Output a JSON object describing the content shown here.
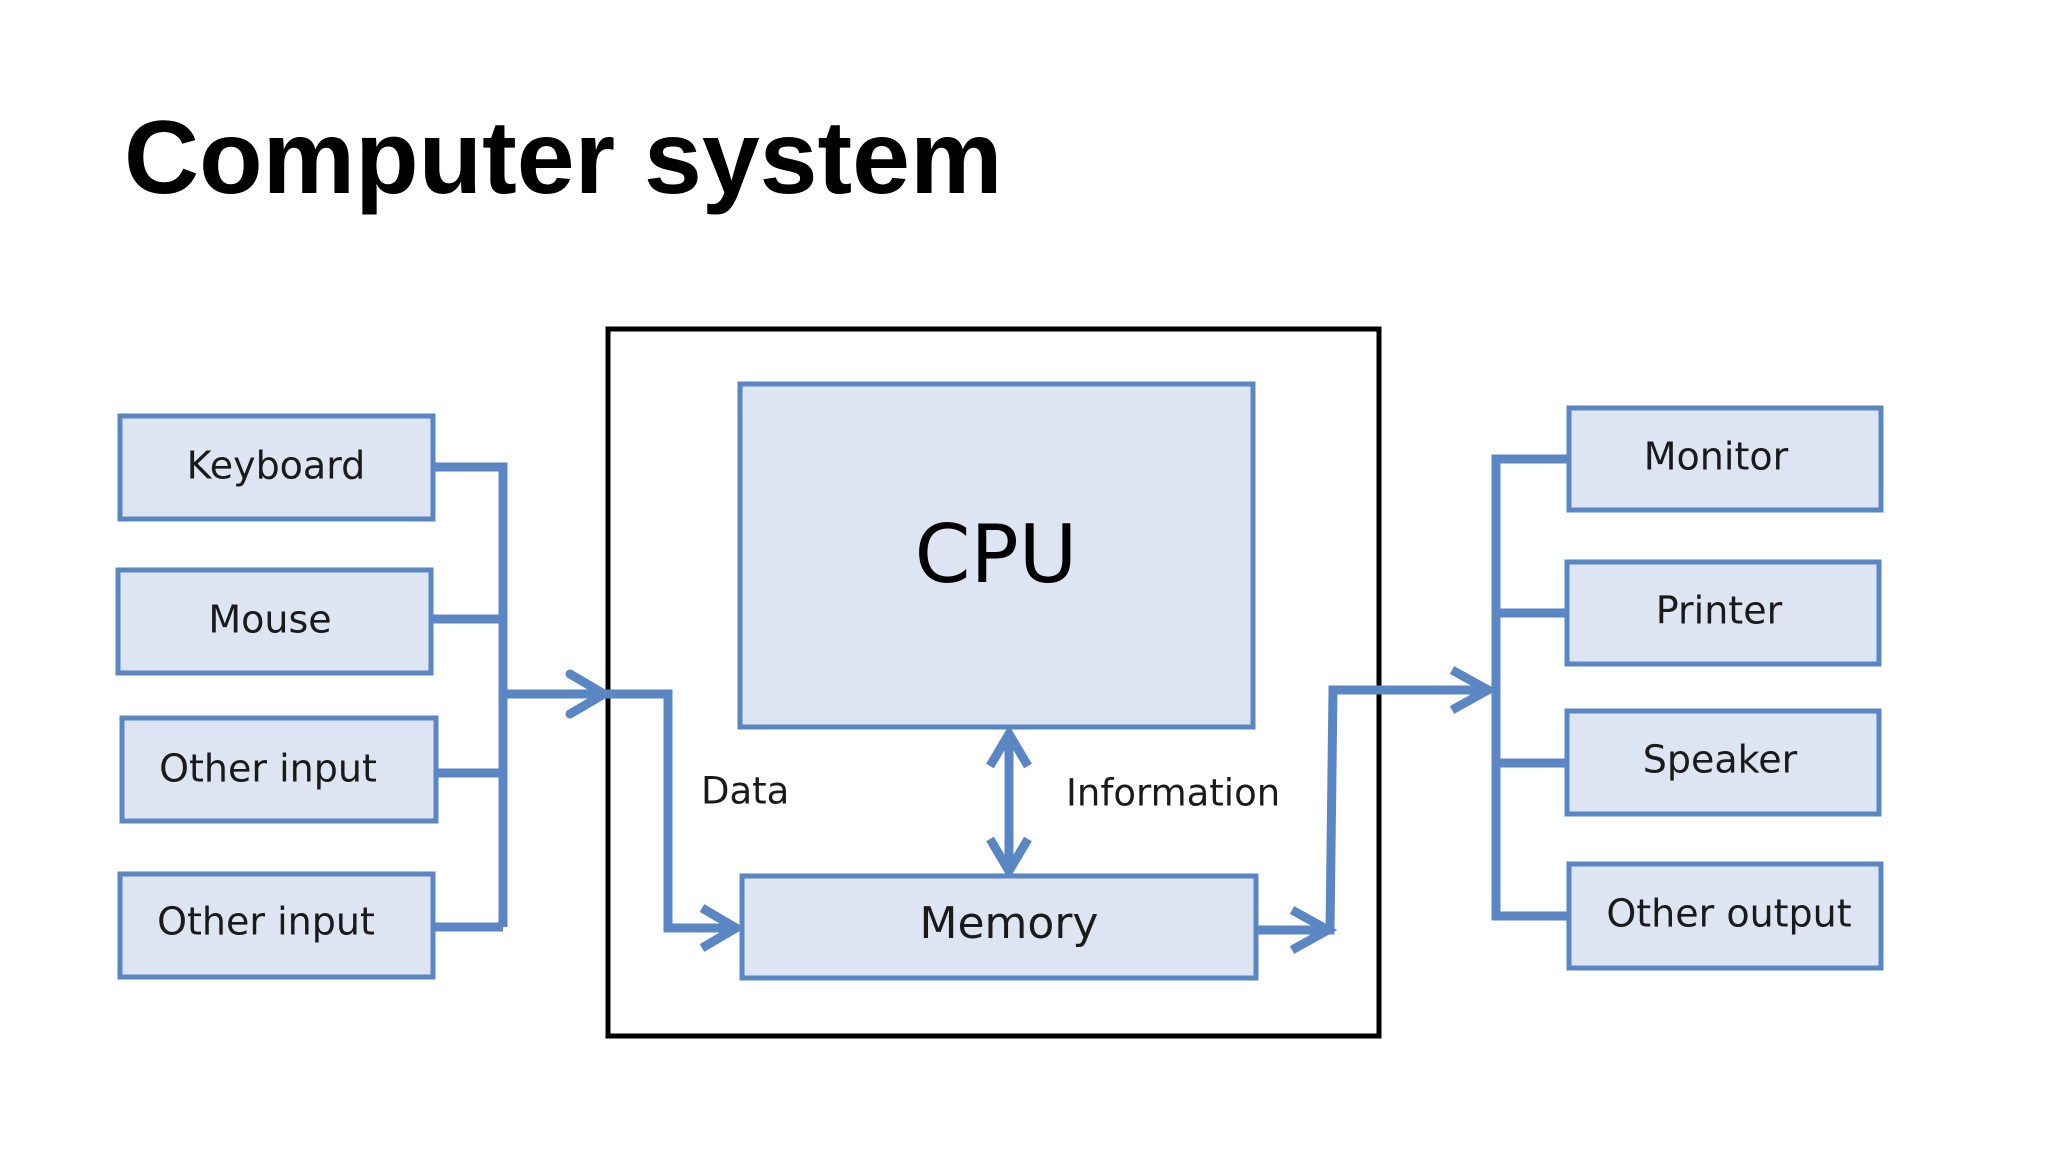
{
  "title": "Computer system",
  "colors": {
    "box_fill": "#dce5f1",
    "box_stroke": "#5b86c4",
    "connector": "#5b86c4",
    "container_stroke": "#000000",
    "text": "#1a1a1a"
  },
  "inputs": [
    {
      "label": "Keyboard"
    },
    {
      "label": "Mouse"
    },
    {
      "label": "Other input"
    },
    {
      "label": "Other input"
    }
  ],
  "outputs": [
    {
      "label": "Monitor"
    },
    {
      "label": "Printer"
    },
    {
      "label": "Speaker"
    },
    {
      "label": "Other output"
    }
  ],
  "cpu": {
    "label": "CPU"
  },
  "memory": {
    "label": "Memory"
  },
  "edge_labels": {
    "data": "Data",
    "information": "Information"
  }
}
